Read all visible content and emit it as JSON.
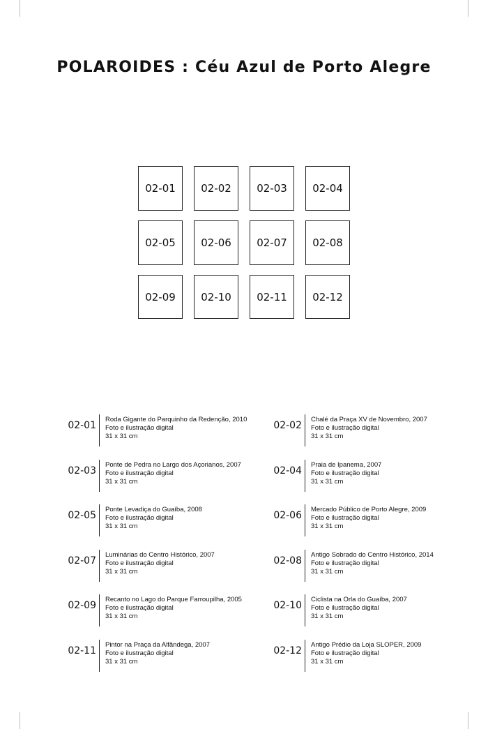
{
  "title": "POLAROIDES : Céu Azul de Porto Alegre",
  "tiles": [
    "02-01",
    "02-02",
    "02-03",
    "02-04",
    "02-05",
    "02-06",
    "02-07",
    "02-08",
    "02-09",
    "02-10",
    "02-11",
    "02-12"
  ],
  "captions": [
    {
      "code": "02-01",
      "name": "Roda Gigante do Parquinho da Redenção, 2010",
      "technique": "Foto e ilustração digital",
      "size": "31 x 31 cm"
    },
    {
      "code": "02-02",
      "name": "Chalé da Praça XV de Novembro, 2007",
      "technique": "Foto e ilustração digital",
      "size": "31 x 31 cm"
    },
    {
      "code": "02-03",
      "name": "Ponte de Pedra no Largo dos Açorianos, 2007",
      "technique": "Foto e ilustração digital",
      "size": "31 x 31 cm"
    },
    {
      "code": "02-04",
      "name": "Praia de Ipanema, 2007",
      "technique": "Foto e ilustração digital",
      "size": "31 x 31 cm"
    },
    {
      "code": "02-05",
      "name": "Ponte Levadiça do Guaíba, 2008",
      "technique": "Foto e ilustração digital",
      "size": "31 x 31 cm"
    },
    {
      "code": "02-06",
      "name": "Mercado Público de Porto Alegre, 2009",
      "technique": "Foto e ilustração digital",
      "size": "31 x 31 cm"
    },
    {
      "code": "02-07",
      "name": "Luminárias do Centro Histórico, 2007",
      "technique": "Foto e ilustração digital",
      "size": "31 x 31 cm"
    },
    {
      "code": "02-08",
      "name": "Antigo Sobrado do Centro Histórico, 2014",
      "technique": "Foto e ilustração digital",
      "size": "31 x 31 cm"
    },
    {
      "code": "02-09",
      "name": "Recanto no Lago do Parque Farroupilha, 2005",
      "technique": "Foto e ilustração digital",
      "size": "31 x 31 cm"
    },
    {
      "code": "02-10",
      "name": "Ciclista na Orla do Guaíba, 2007",
      "technique": "Foto e ilustração digital",
      "size": "31 x 31 cm"
    },
    {
      "code": "02-11",
      "name": "Pintor na Praça da Alfândega, 2007",
      "technique": "Foto e ilustração digital",
      "size": "31 x 31 cm"
    },
    {
      "code": "02-12",
      "name": "Antigo Prédio da Loja SLOPER, 2009",
      "technique": "Foto e ilustração digital",
      "size": "31 x 31 cm"
    }
  ]
}
